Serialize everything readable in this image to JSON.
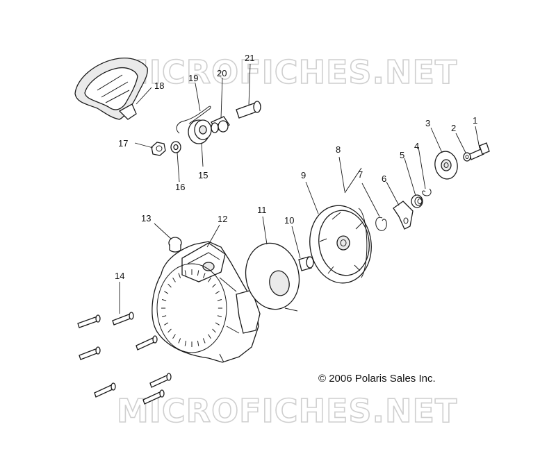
{
  "watermark": "MICROFICHES.NET",
  "copyright": "© 2006 Polaris Sales Inc.",
  "callouts": [
    "1",
    "2",
    "3",
    "4",
    "5",
    "6",
    "7",
    "8",
    "9",
    "10",
    "11",
    "12",
    "13",
    "14",
    "15",
    "16",
    "17",
    "18",
    "19",
    "20",
    "21"
  ]
}
